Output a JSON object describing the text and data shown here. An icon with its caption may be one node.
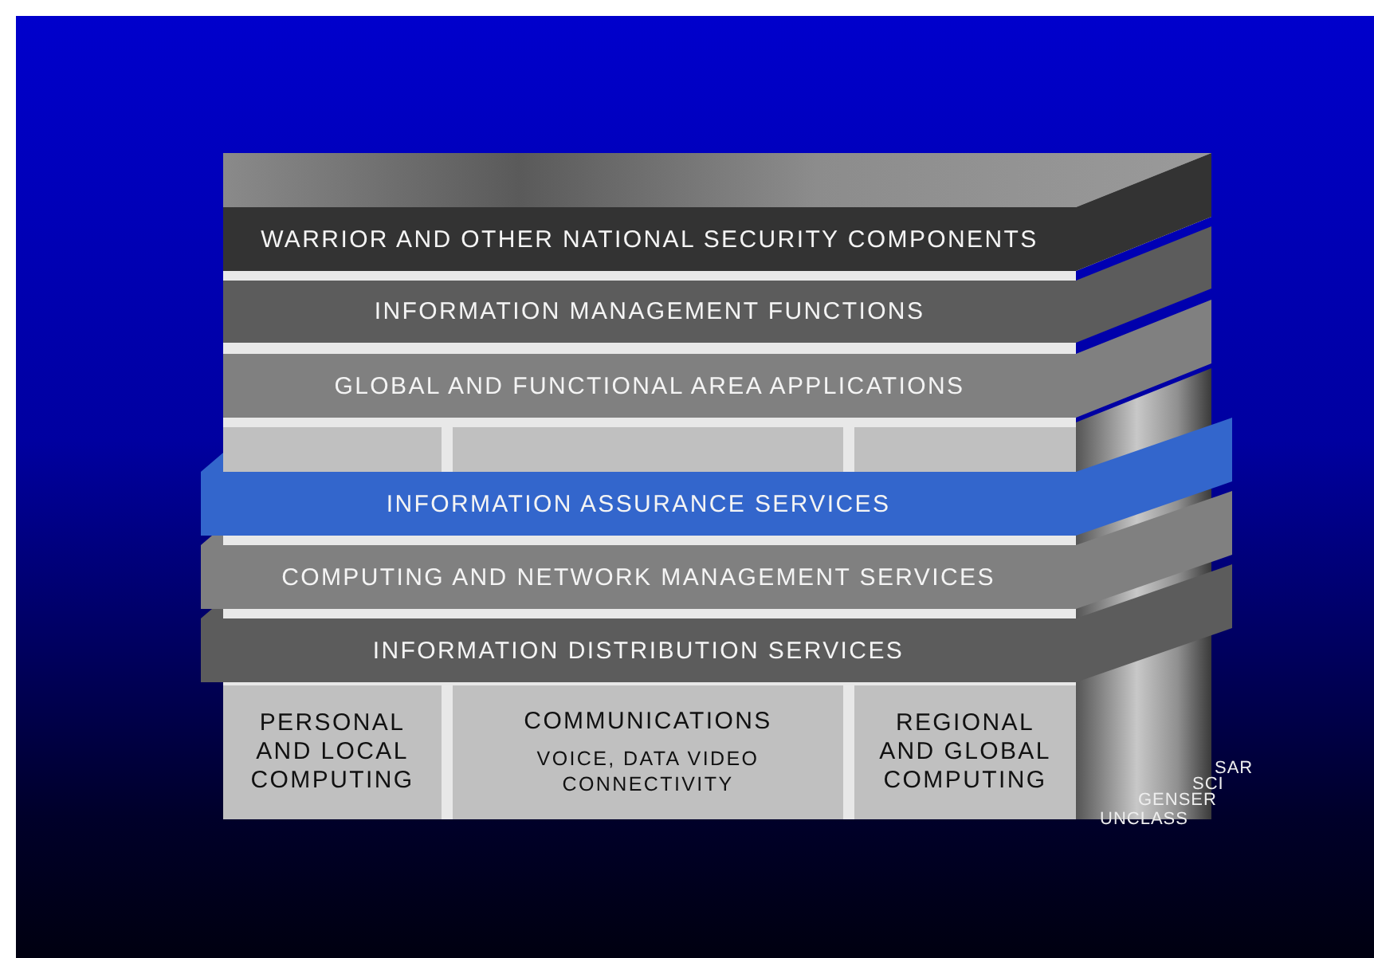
{
  "diagram": {
    "nodes": [
      {
        "text": [
          "WARRIOR AND OTHER NATIONAL SECURITY COMPONENTS"
        ]
      },
      {
        "text": [
          "INFORMATION MANAGEMENT FUNCTIONS"
        ]
      },
      {
        "text": [
          "GLOBAL AND FUNCTIONAL AREA APPLICATIONS"
        ]
      },
      {
        "text": [
          "INFORMATION ASSURANCE SERVICES"
        ]
      },
      {
        "text": [
          "COMPUTING AND NETWORK MANAGEMENT SERVICES"
        ]
      },
      {
        "text": [
          "INFORMATION DISTRIBUTION SERVICES"
        ]
      },
      {
        "text": [
          "PERSONAL AND LOCAL COMPUTING"
        ]
      },
      {
        "text": [
          "COMMUNICATIONS",
          "VOICE, DATA VIDEO CONNECTIVITY"
        ]
      },
      {
        "text": [
          "REGIONAL AND GLOBAL COMPUTING"
        ]
      }
    ],
    "labels": [
      "SAR",
      "SCI",
      "GENSER",
      "UNCLASS"
    ]
  }
}
